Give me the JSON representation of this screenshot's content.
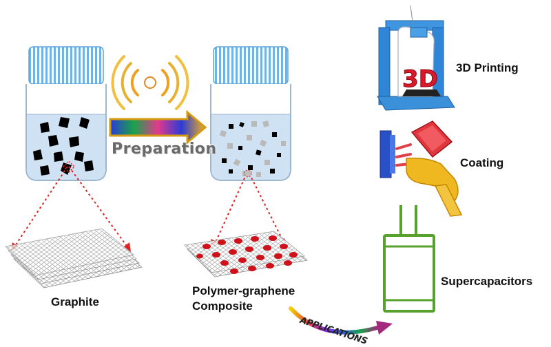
{
  "diagram": {
    "preparation_label": "Preparation",
    "applications_label": "APPLICATIONS",
    "graphite_label": "Graphite",
    "composite_label_line1": "Polymer-graphene",
    "composite_label_line2": "Composite",
    "apps": [
      {
        "label": "3D Printing",
        "icon": "3d-printer-icon"
      },
      {
        "label": "Coating",
        "icon": "spray-gun-icon"
      },
      {
        "label": "Supercapacitors",
        "icon": "capacitor-icon"
      }
    ],
    "printer_badge": "3D",
    "colors": {
      "jar_liquid": "#cfe2f3",
      "jar_cap": "#8ec6ea",
      "flake_dark": "#000000",
      "flake_light": "#b9b9b9",
      "composite_dots": "#d0101a",
      "arrow_dotted": "#e02020",
      "capacitor": "#56a22c",
      "printer_body": "#2f86d6"
    }
  }
}
